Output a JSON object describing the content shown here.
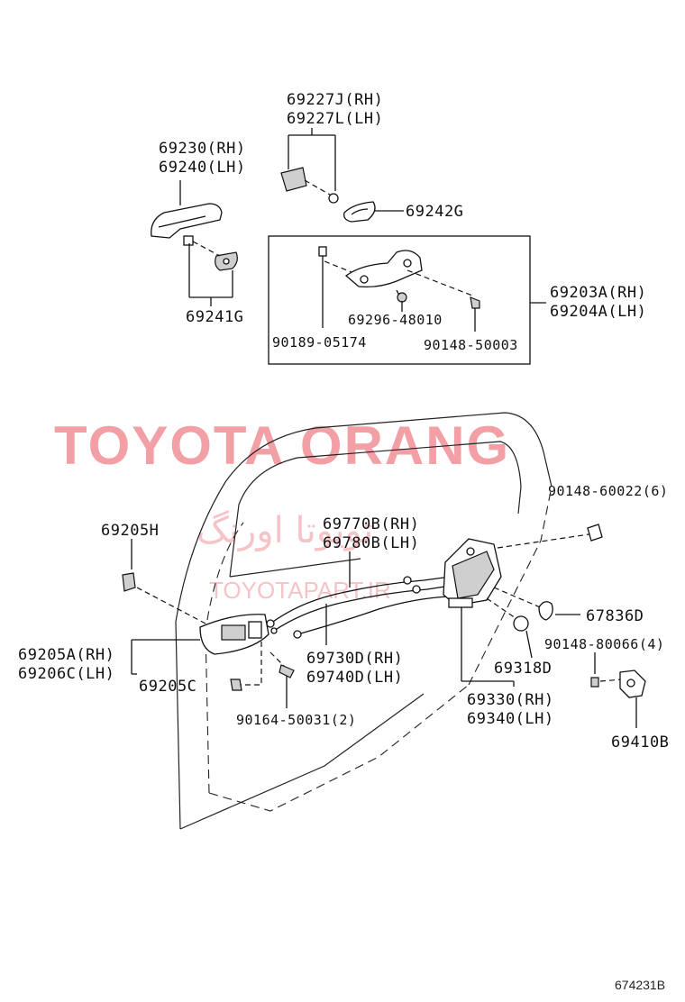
{
  "watermark": {
    "main": "TOYOTA ORANG",
    "persian": "تویوتا اورنگ",
    "site": "TOYOTAPART.IR"
  },
  "figure_id": "674231B",
  "parts": {
    "p69227j": "69227J(RH)",
    "p69227l": "69227L(LH)",
    "p69230": "69230(RH)",
    "p69240": "69240(LH)",
    "p69242g": "69242G",
    "p69241g": "69241G",
    "p69203a": "69203A(RH)",
    "p69204a": "69204A(LH)",
    "p69296": "69296-48010",
    "p90189": "90189-05174",
    "p90148_50003": "90148-50003",
    "p90148_60022": "90148-60022(6)",
    "p69205h": "69205H",
    "p69770b": "69770B(RH)",
    "p69780b": "69780B(LH)",
    "p67836d": "67836D",
    "p90148_80066": "90148-80066(4)",
    "p69205a": "69205A(RH)",
    "p69206c": "69206C(LH)",
    "p69730d": "69730D(RH)",
    "p69740d": "69740D(LH)",
    "p69318d": "69318D",
    "p69205c": "69205C",
    "p69330": "69330(RH)",
    "p69340": "69340(LH)",
    "p90164": "90164-50031(2)",
    "p69410b": "69410B"
  }
}
